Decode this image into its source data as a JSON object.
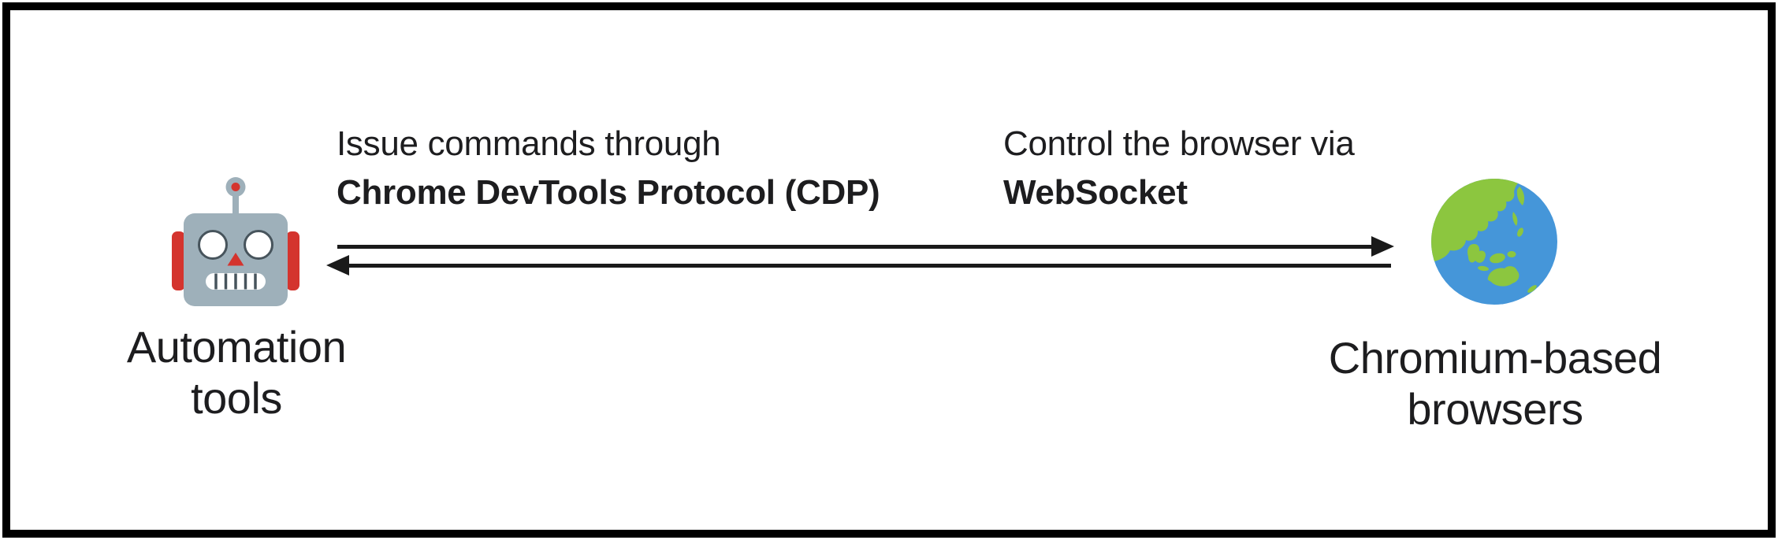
{
  "diagram": {
    "left_node": {
      "icon": "robot-icon",
      "label_lines": [
        "Automation",
        "tools"
      ]
    },
    "right_node": {
      "icon": "globe-icon",
      "label_lines": [
        "Chromium-based",
        "browsers"
      ]
    },
    "captions": [
      {
        "regular": "Issue commands through",
        "bold": "Chrome DevTools Protocol (CDP)"
      },
      {
        "regular": "Control the browser via",
        "bold": "WebSocket"
      }
    ],
    "arrows": [
      {
        "from": "automation-tools",
        "to": "chromium-based-browsers",
        "direction": "right"
      },
      {
        "from": "chromium-based-browsers",
        "to": "automation-tools",
        "direction": "left"
      }
    ]
  },
  "colors": {
    "background": "#ffffff",
    "frame": "#000000",
    "text": "#1d1d1f",
    "arrow": "#1a1a1a",
    "robot-head": "#9EB0BA",
    "robot-red": "#D4342E",
    "robot-outline": "#47545C",
    "globe-ocean": "#4596D9",
    "globe-land": "#8CC63F"
  }
}
